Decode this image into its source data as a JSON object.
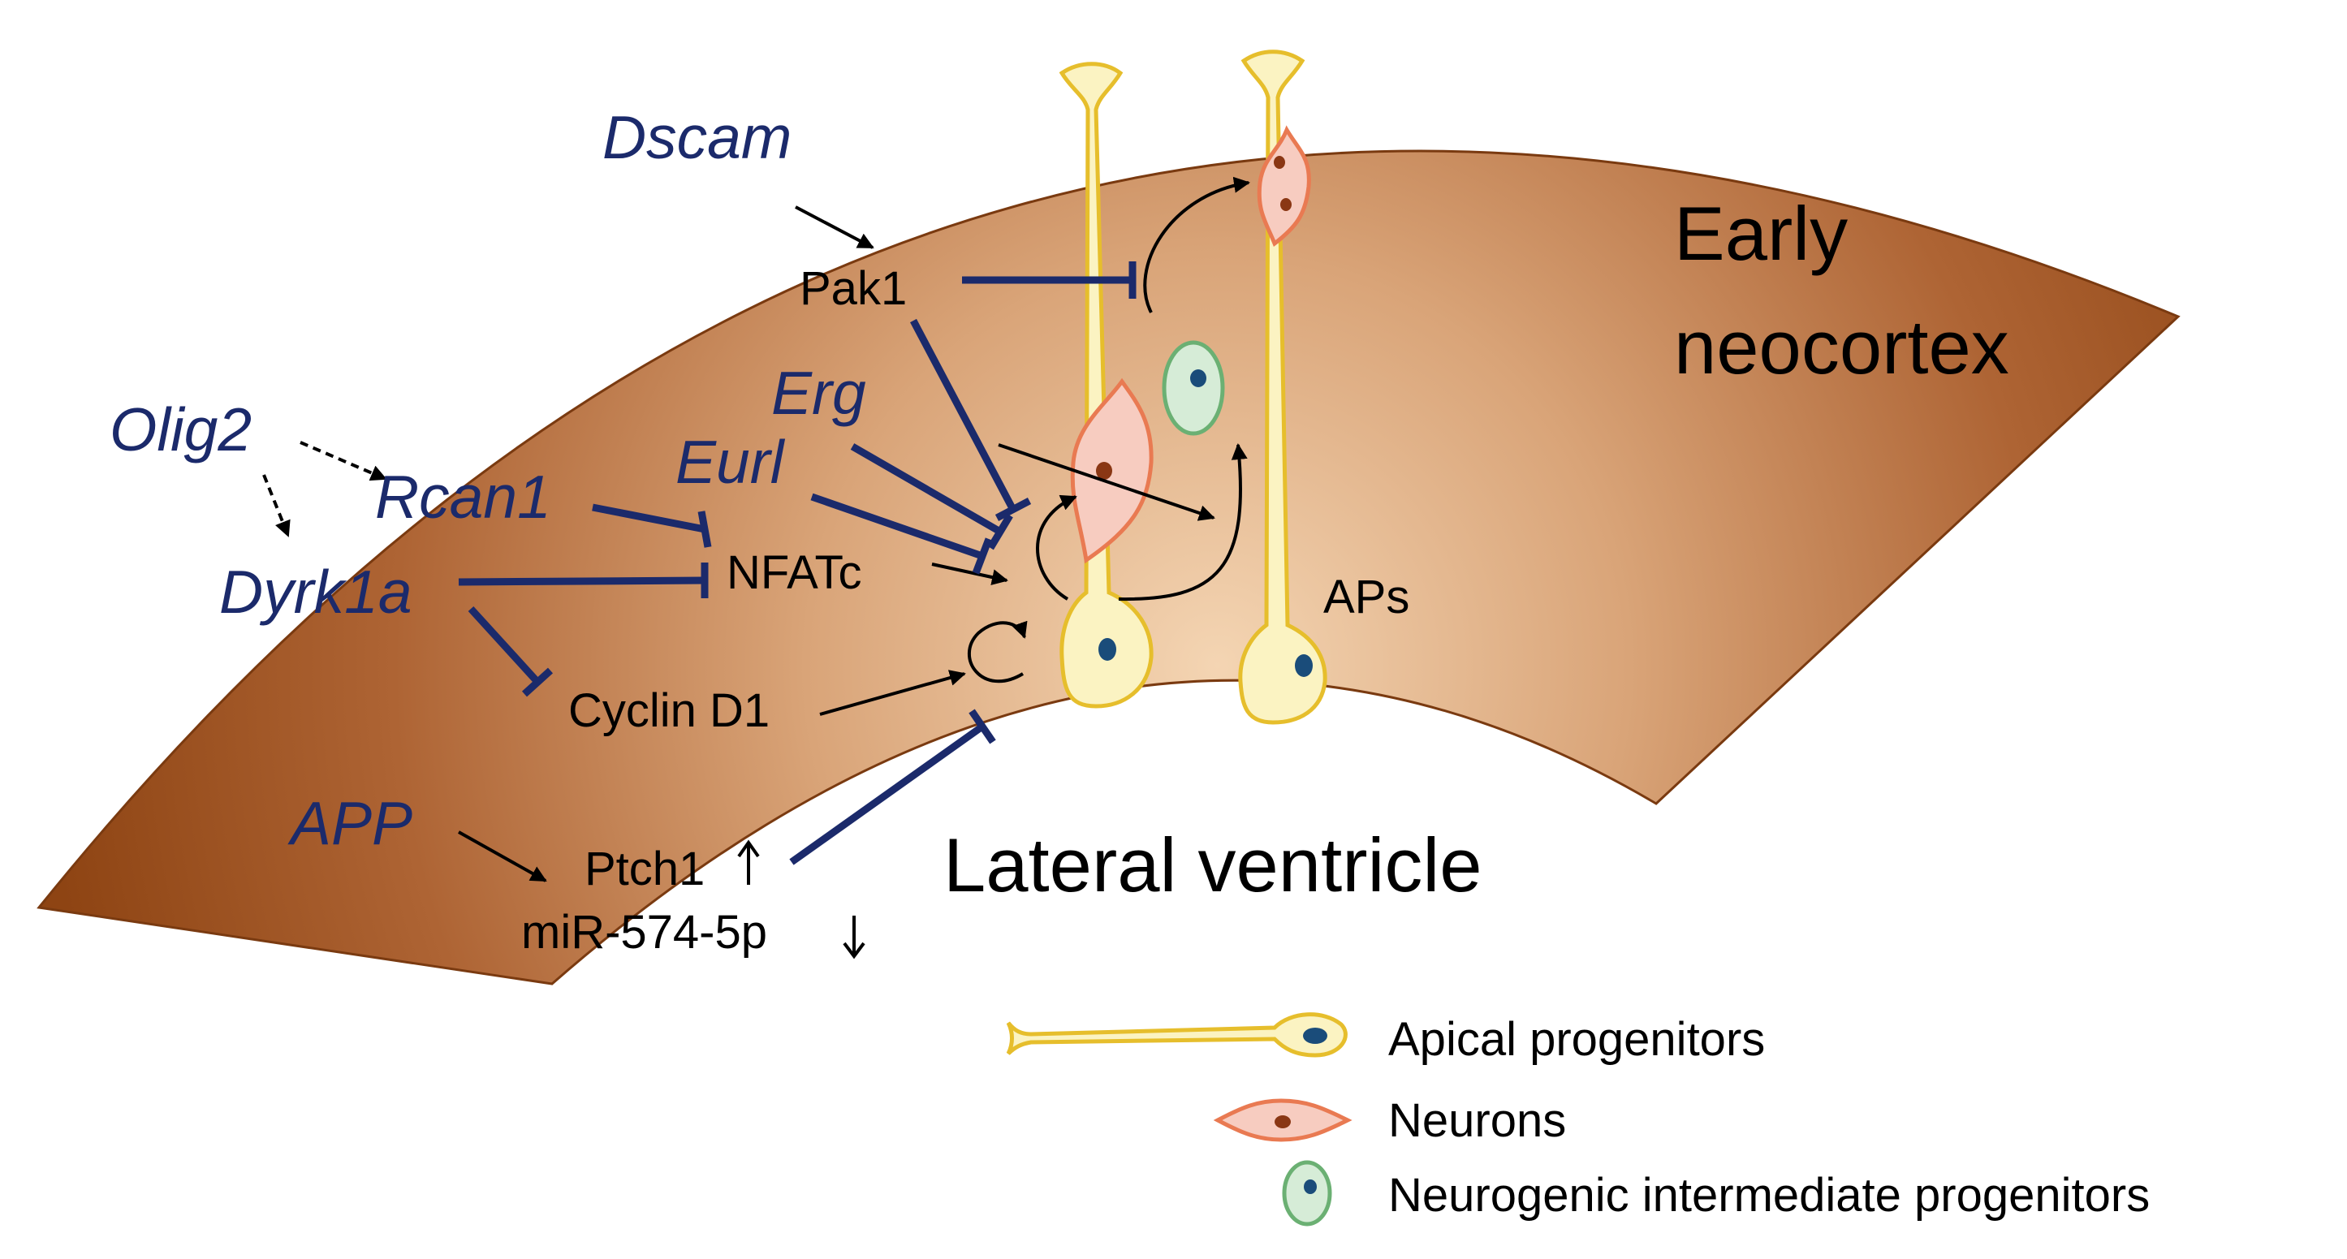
{
  "colors": {
    "gene_text": "#1b2a6b",
    "inhibition_line": "#1b2a6b",
    "tissue_dark": "#8e4413",
    "tissue_light": "#f1cda8",
    "progenitor_fill": "#fbf3c2",
    "progenitor_stroke": "#e6be2c",
    "neuron_fill": "#f7ccc0",
    "neuron_stroke": "#e97a52",
    "ip_fill": "#d6ecd7",
    "ip_stroke": "#6bb073",
    "nucleus_blue": "#1a4c7a",
    "nucleus_brown": "#8a3714"
  },
  "genes": {
    "dscam": "Dscam",
    "olig2": "Olig2",
    "rcan1": "Rcan1",
    "dyrk1a": "Dyrk1a",
    "erg": "Erg",
    "eurl": "Eurl",
    "app": "APP"
  },
  "molecules": {
    "pak1": "Pak1",
    "nfatc": "NFATc",
    "cyclin_d1": "Cyclin D1",
    "ptch1": "Ptch1",
    "mir": "miR-574-5p",
    "aps": "APs"
  },
  "regions": {
    "neocortex_line1": "Early",
    "neocortex_line2": "neocortex",
    "ventricle": "Lateral ventricle"
  },
  "legend": {
    "apical": "Apical progenitors",
    "neurons": "Neurons",
    "ip": "Neurogenic intermediate progenitors"
  }
}
